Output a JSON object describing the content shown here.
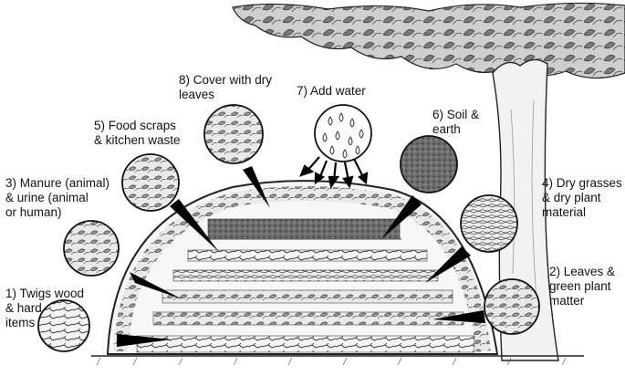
{
  "diagram": {
    "labels": [
      {
        "id": "1",
        "text": "1) Twigs wood\n& hard\nitems"
      },
      {
        "id": "2",
        "text": "2) Leaves &\ngreen plant\nmatter"
      },
      {
        "id": "3",
        "text": "3) Manure (animal)\n& urine (animal\nor human)"
      },
      {
        "id": "4",
        "text": "4) Dry grasses\n& dry plant\nmaterial"
      },
      {
        "id": "5",
        "text": "5) Food scraps\n& kitchen waste"
      },
      {
        "id": "6",
        "text": "6) Soil &\nearth"
      },
      {
        "id": "7",
        "text": "7) Add water"
      },
      {
        "id": "8",
        "text": "8) Cover with dry\nleaves"
      }
    ],
    "colors": {
      "ink": "#111111",
      "grey_dark": "#4a4a4a",
      "grey_mid": "#8a8a8a",
      "grey_light": "#cfcfcf",
      "bg": "#ffffff"
    }
  }
}
